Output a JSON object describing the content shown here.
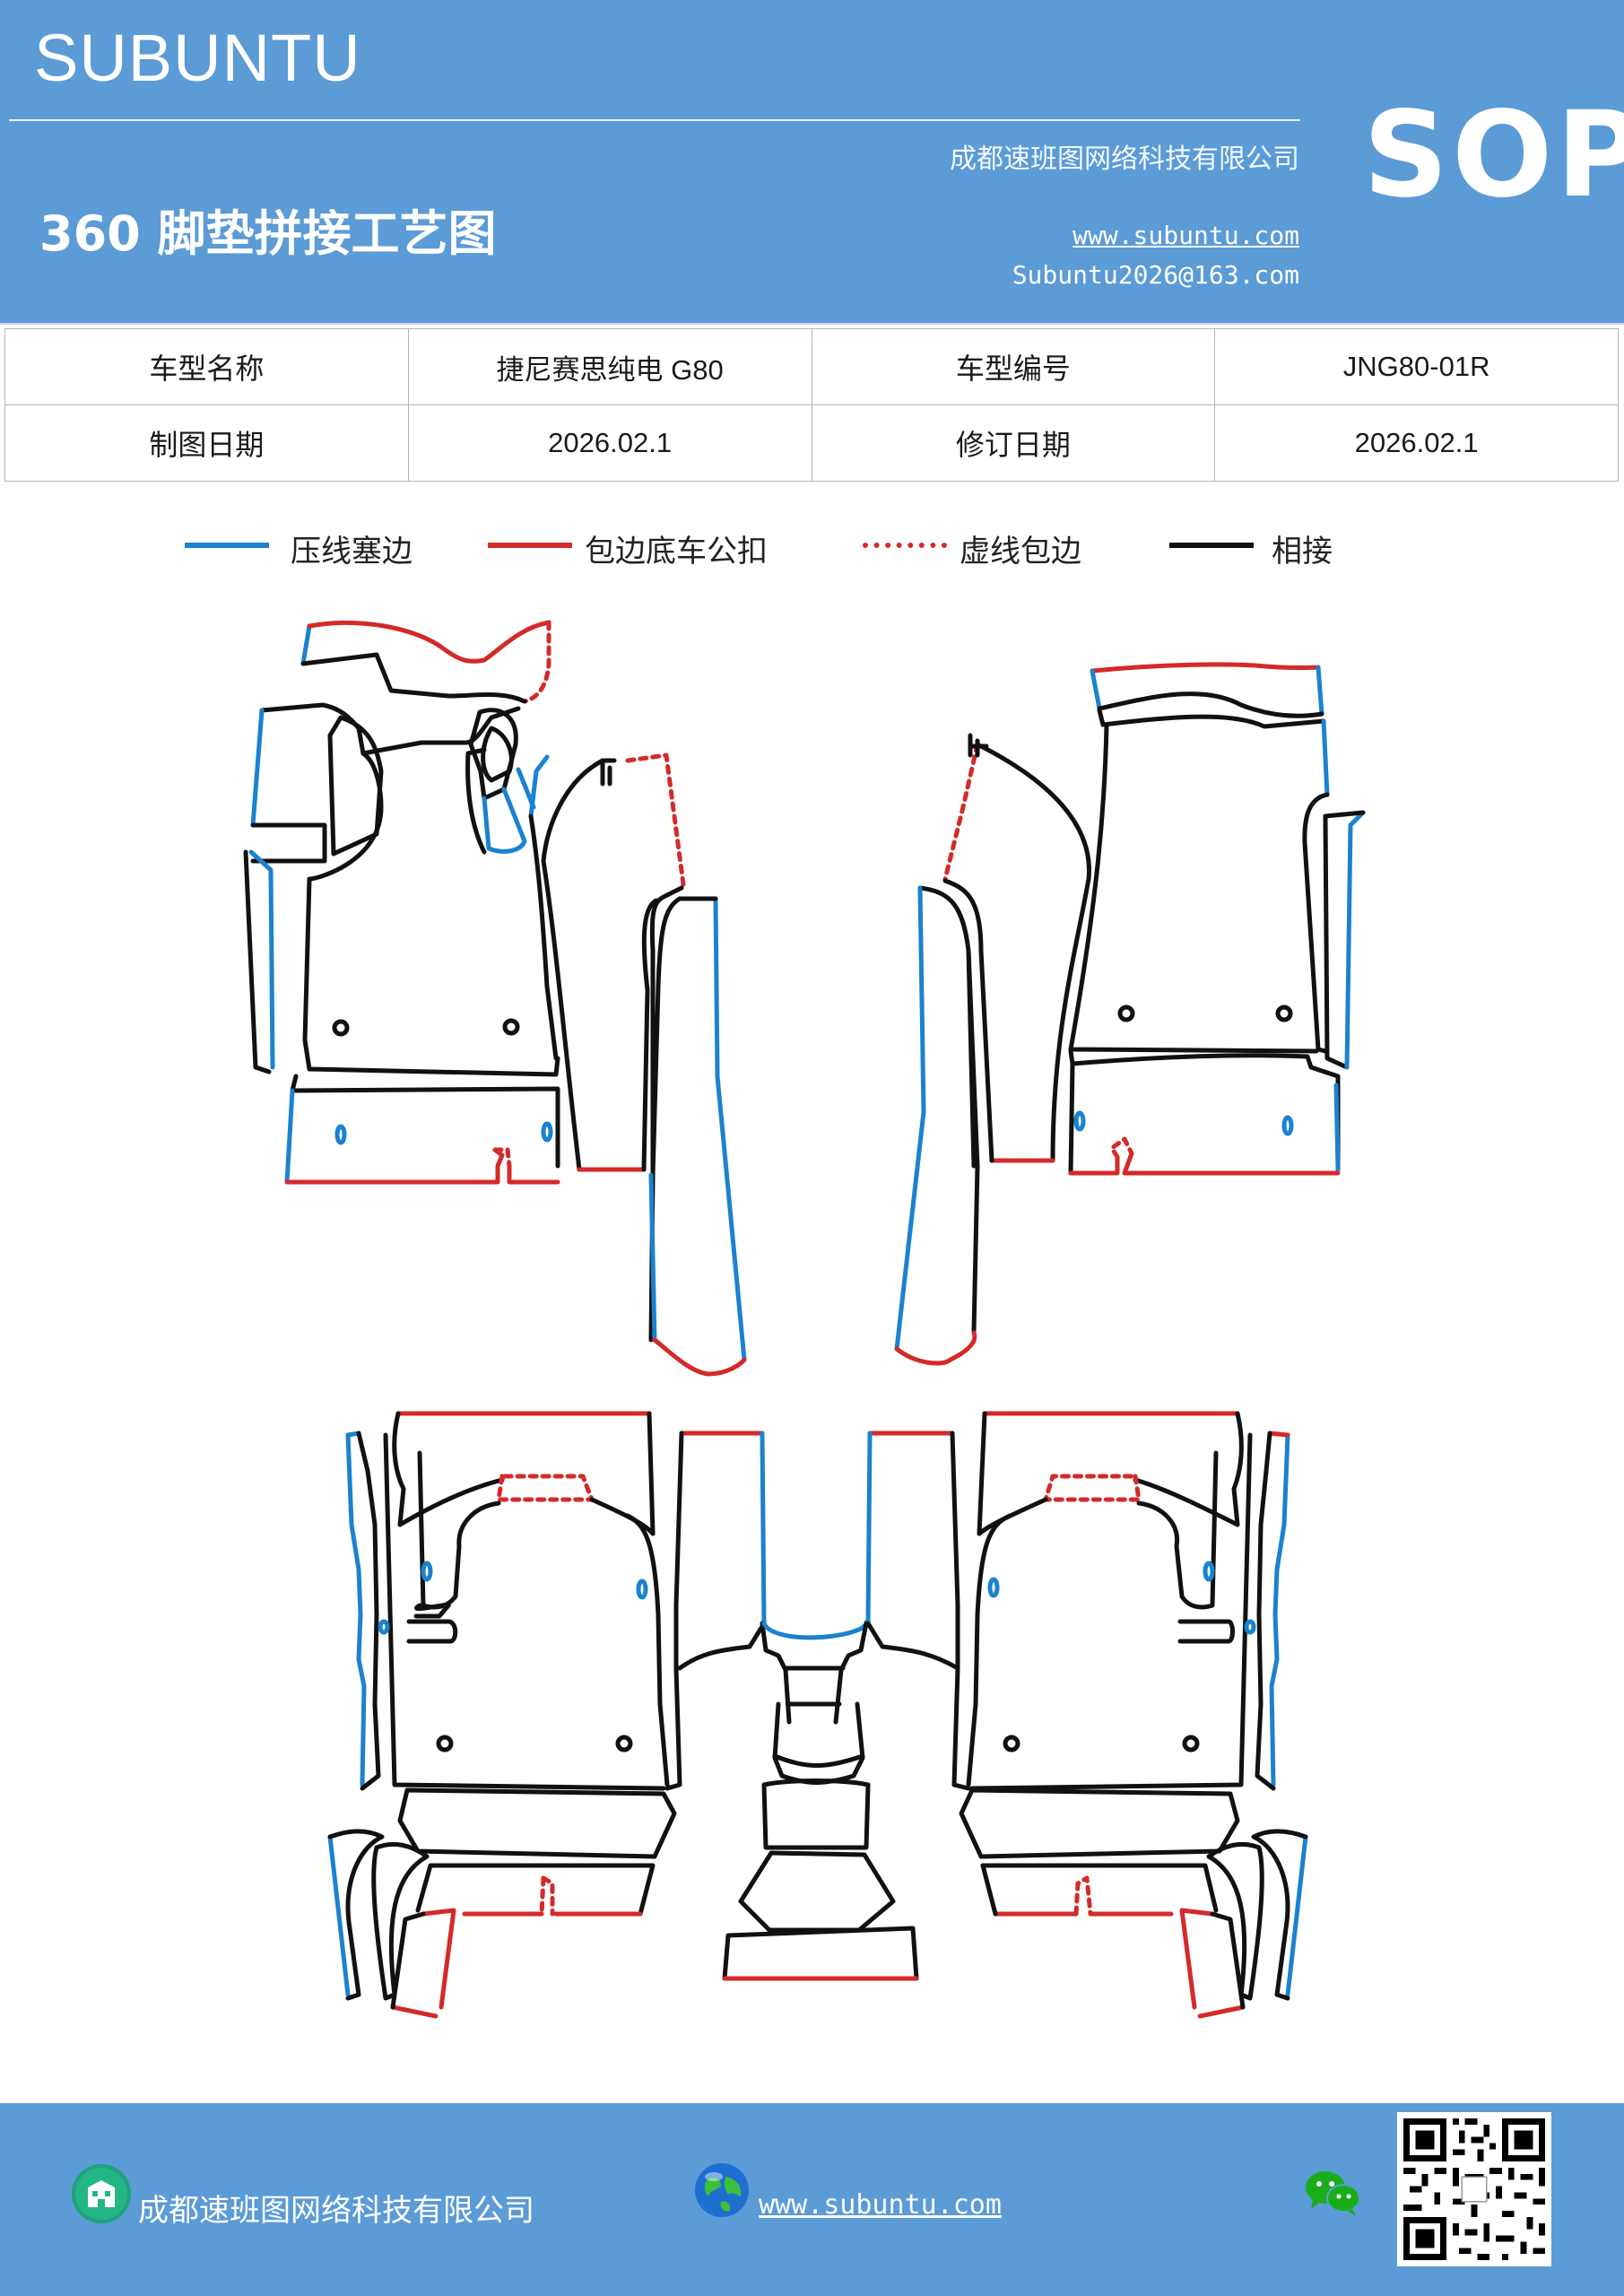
{
  "header": {
    "brand": "SUBUNTU",
    "title": "360 脚垫拼接工艺图",
    "company": "成都速班图网络科技有限公司",
    "website": "www.subuntu.com",
    "email": "Subuntu2026@163.com",
    "badge": "SOP",
    "background_color": "#5b9bd6"
  },
  "info_table": {
    "model_name_label": "车型名称",
    "model_name_value": "捷尼赛思纯电 G80",
    "model_code_label": "车型编号",
    "model_code_value": "JNG80-01R",
    "drawing_date_label": "制图日期",
    "drawing_date_value": "2026.02.1",
    "revision_date_label": "修订日期",
    "revision_date_value": "2026.02.1"
  },
  "legend": [
    {
      "label": "压线塞边",
      "style": "solid",
      "color": "#1a82d0"
    },
    {
      "label": "包边底车公扣",
      "style": "solid",
      "color": "#d42a2a"
    },
    {
      "label": "虚线包边",
      "style": "dotted",
      "color": "#d42a2a"
    },
    {
      "label": "相接",
      "style": "solid",
      "color": "#111111"
    }
  ],
  "footer": {
    "company": "成都速班图网络科技有限公司",
    "website": "www.subuntu.com",
    "icons": [
      "building-icon",
      "globe-icon",
      "wechat-icon",
      "qr-code"
    ]
  }
}
